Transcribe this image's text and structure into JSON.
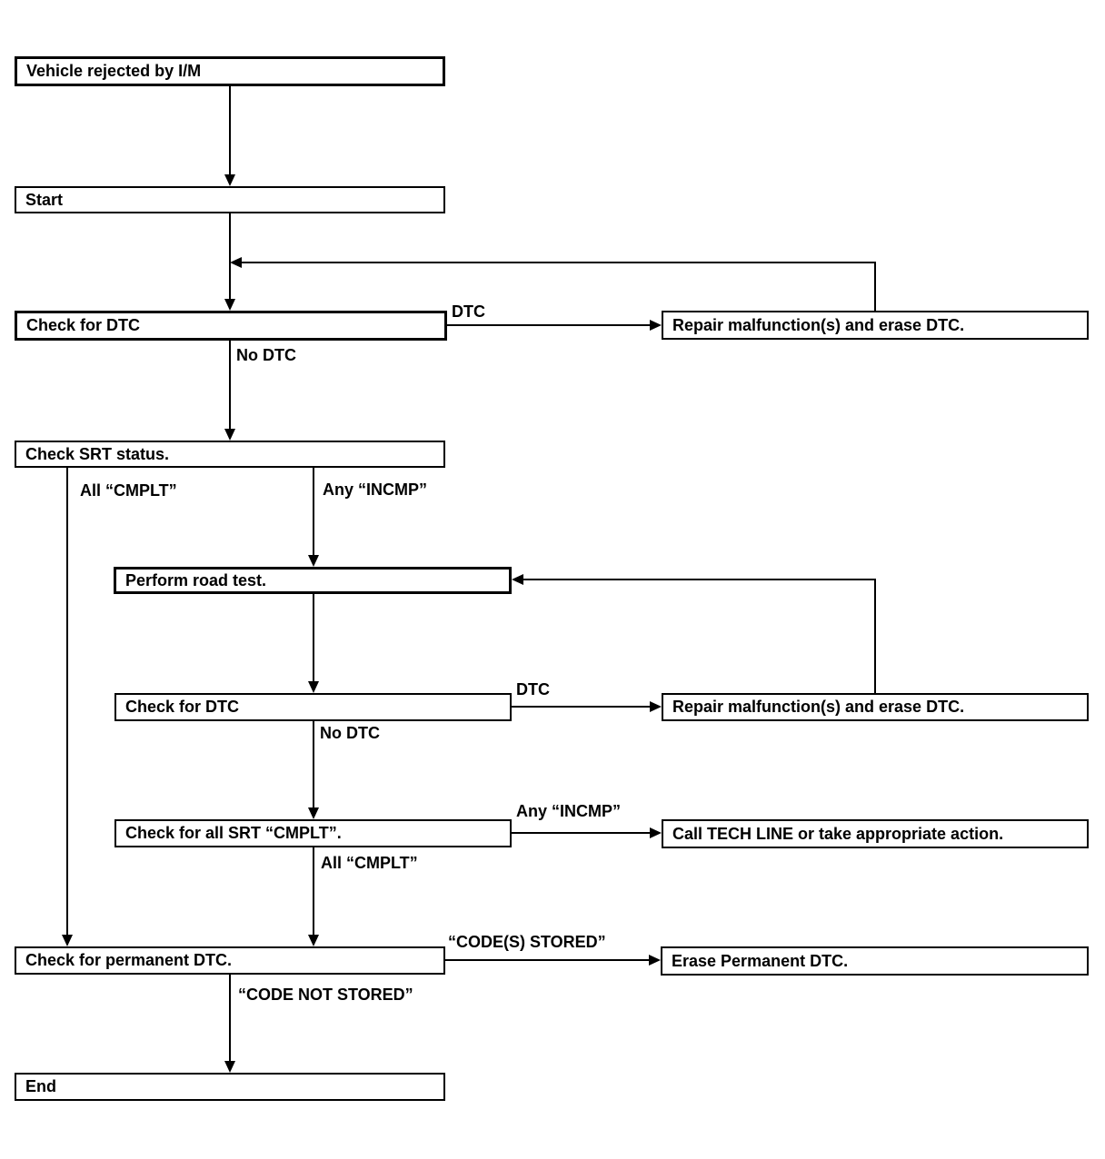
{
  "flowchart": {
    "nodes": {
      "vehicle_rejected": {
        "label": "Vehicle rejected by I/M"
      },
      "start": {
        "label": "Start"
      },
      "check_dtc_1": {
        "label": "Check for DTC"
      },
      "check_srt_status": {
        "label": "Check SRT status."
      },
      "perform_road_test": {
        "label": "Perform road test."
      },
      "check_dtc_2": {
        "label": "Check for DTC"
      },
      "check_all_srt": {
        "label": "Check for all SRT “CMPLT”."
      },
      "check_permanent_dtc": {
        "label": "Check for permanent DTC."
      },
      "end": {
        "label": "End"
      },
      "repair_erase_1": {
        "label": "Repair malfunction(s) and erase DTC."
      },
      "repair_erase_2": {
        "label": "Repair malfunction(s) and erase DTC."
      },
      "call_tech_line": {
        "label": "Call TECH LINE or take appropriate action."
      },
      "erase_permanent": {
        "label": "Erase Permanent DTC."
      }
    },
    "edge_labels": {
      "dtc_1": "DTC",
      "no_dtc_1": "No DTC",
      "all_cmplt_1": "All “CMPLT”",
      "any_incmp_1": "Any “INCMP”",
      "dtc_2": "DTC",
      "no_dtc_2": "No DTC",
      "any_incmp_2": "Any “INCMP”",
      "all_cmplt_2": "All “CMPLT”",
      "codes_stored": "“CODE(S) STORED”",
      "code_not_stored": "“CODE NOT STORED”"
    },
    "colors": {
      "line": "#000000",
      "background": "#ffffff",
      "text": "#000000"
    }
  }
}
